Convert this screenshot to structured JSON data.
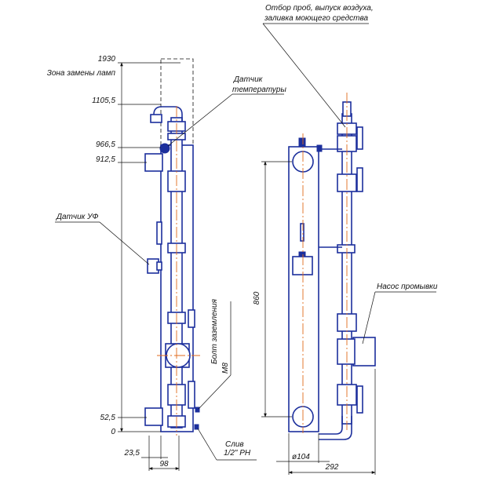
{
  "dimensions": {
    "h1930": "1930",
    "h1105": "1105,5",
    "h966": "966,5",
    "h912": "912,5",
    "h52": "52,5",
    "h0": "0",
    "w23": "23,5",
    "w98": "98",
    "h860": "860",
    "d104": "ø104",
    "w292": "292"
  },
  "labels": {
    "lamp_zone": "Зона замены ламп",
    "temp_sensor_1": "Датчик",
    "temp_sensor_2": "температуры",
    "uv_sensor": "Датчик УФ",
    "sample_1": "Отбор проб, выпуск воздуха,",
    "sample_2": "заливка моющего средства",
    "ground_1": "Болт заземления",
    "ground_2": "М8",
    "drain_1": "Слив",
    "drain_2": "1/2\" РН",
    "wash_pump": "Насос промывки"
  },
  "colors": {
    "outline": "#1c2f9c",
    "centerline": "#e06a1c",
    "dimension": "#111111"
  }
}
